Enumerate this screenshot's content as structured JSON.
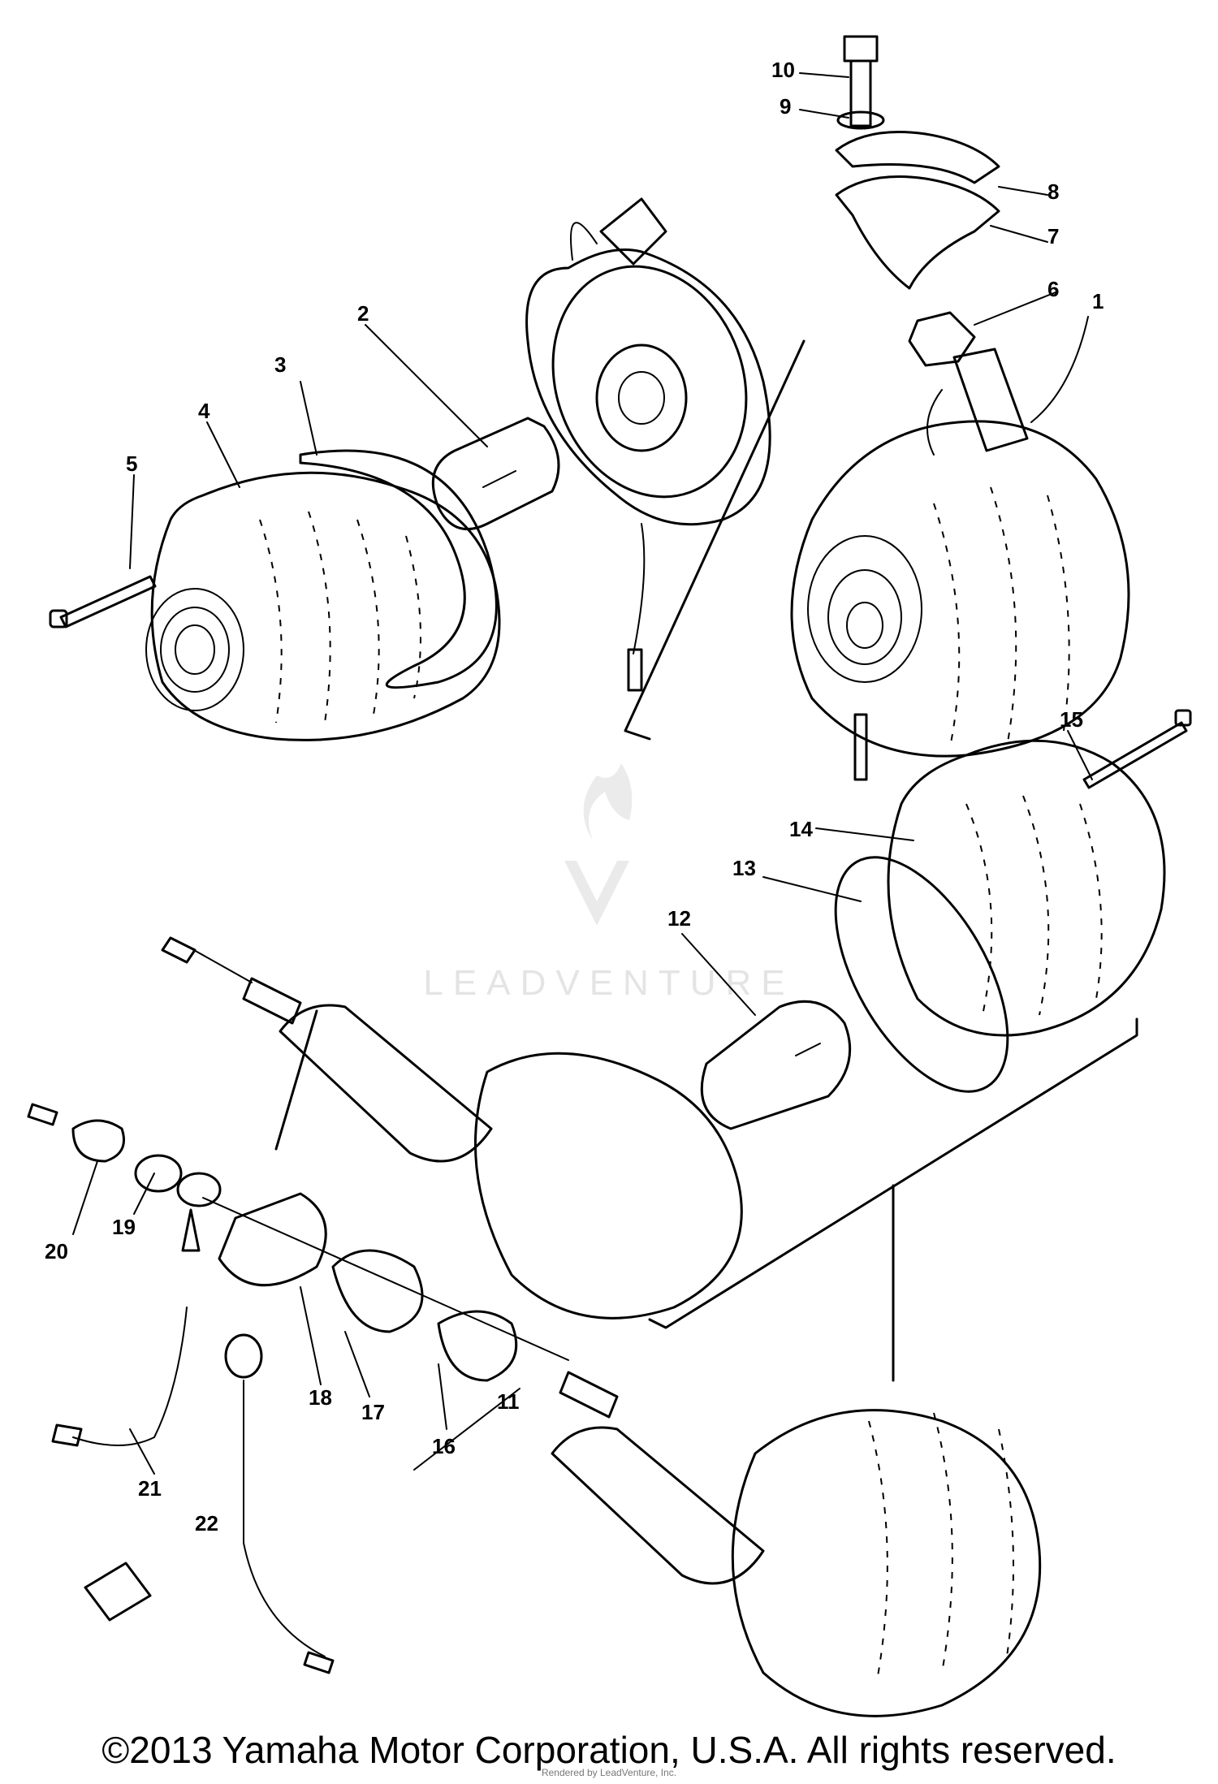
{
  "diagram": {
    "callouts": [
      "1",
      "2",
      "3",
      "4",
      "5",
      "6",
      "7",
      "8",
      "9",
      "10",
      "11",
      "12",
      "13",
      "14",
      "15",
      "16",
      "17",
      "18",
      "19",
      "20",
      "21",
      "22"
    ]
  },
  "watermark": {
    "text": "LEADVENTURE"
  },
  "copyright": "©2013 Yamaha Motor Corporation, U.S.A. All rights reserved.",
  "rendered_note": "Rendered by LeadVenture, Inc."
}
